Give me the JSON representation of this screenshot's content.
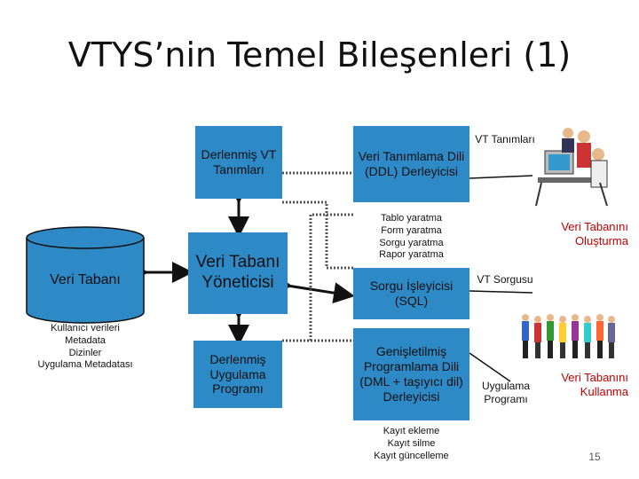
{
  "slide": {
    "title": "VTYS’nin Temel Bileşenleri (1)",
    "page_number": "15"
  },
  "boxes": {
    "compiled_defs": "Derlenmiş VT Tanımları",
    "ddl_compiler": "Veri Tanımlama Dili (DDL) Derleyicisi",
    "db_manager": "Veri Tabanı Yöneticisi",
    "query_processor": "Sorgu İşleyicisi (SQL)",
    "compiled_app": "Derlenmiş Uygulama Programı",
    "dml_compiler": "Genişletilmiş Programlama Dili (DML + taşıyıcı dil) Derleyicisi"
  },
  "database": {
    "label": "Veri Tabanı",
    "contents": [
      "Kullanıcı verileri",
      "Metadata",
      "Dizinler",
      "Uygulama Metadatası"
    ]
  },
  "labels": {
    "vt_definitions": "VT Tanımları",
    "db_creation": "Veri Tabanını Oluşturma",
    "vt_query": "VT Sorgusu",
    "application_program": "Uygulama Programı",
    "db_usage": "Veri Tabanını Kullanma"
  },
  "lists": {
    "query_tasks": [
      "Tablo yaratma",
      "Form yaratma",
      "Sorgu yaratma",
      "Rapor yaratma"
    ],
    "record_tasks": [
      "Kayıt ekleme",
      "Kayıt silme",
      "Kayıt güncelleme"
    ]
  },
  "colors": {
    "box_fill": "#2e89c7",
    "db_fill": "#2e89c7",
    "accent_red": "#c00000"
  }
}
